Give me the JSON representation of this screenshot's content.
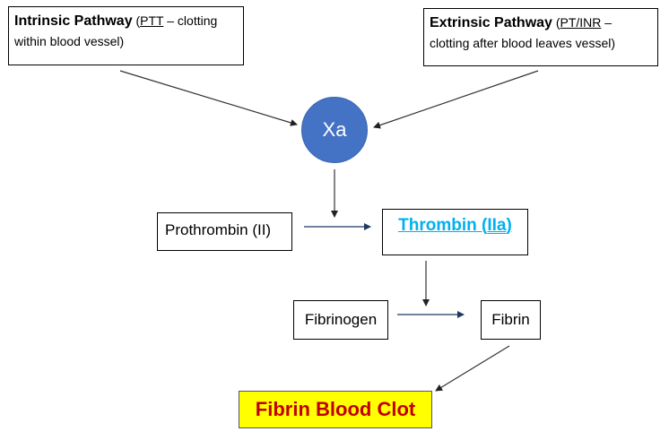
{
  "diagram": {
    "intrinsic": {
      "title": "Intrinsic Pathway",
      "open_paren": " (",
      "test": "PTT",
      "description_line1": " – clotting",
      "description_line2": "within blood vessel)"
    },
    "extrinsic": {
      "title": "Extrinsic Pathway",
      "open_paren": " (",
      "test": "PT/INR",
      "description_line1": " –",
      "description_line2": "clotting after blood leaves vessel)"
    },
    "factor_xa": "Xa",
    "prothrombin": "Prothrombin (II)",
    "thrombin": {
      "text": "Thrombin (",
      "squiggle": "IIa",
      "close": ")"
    },
    "fibrinogen": "Fibrinogen",
    "fibrin": "Fibrin",
    "clot": "Fibrin Blood Clot",
    "colors": {
      "xa_circle": "#4472c4",
      "thrombin_text": "#00b0f0",
      "clot_text": "#c00000",
      "clot_background": "#ffff00",
      "horizontal_arrow": "#1f3864"
    }
  }
}
